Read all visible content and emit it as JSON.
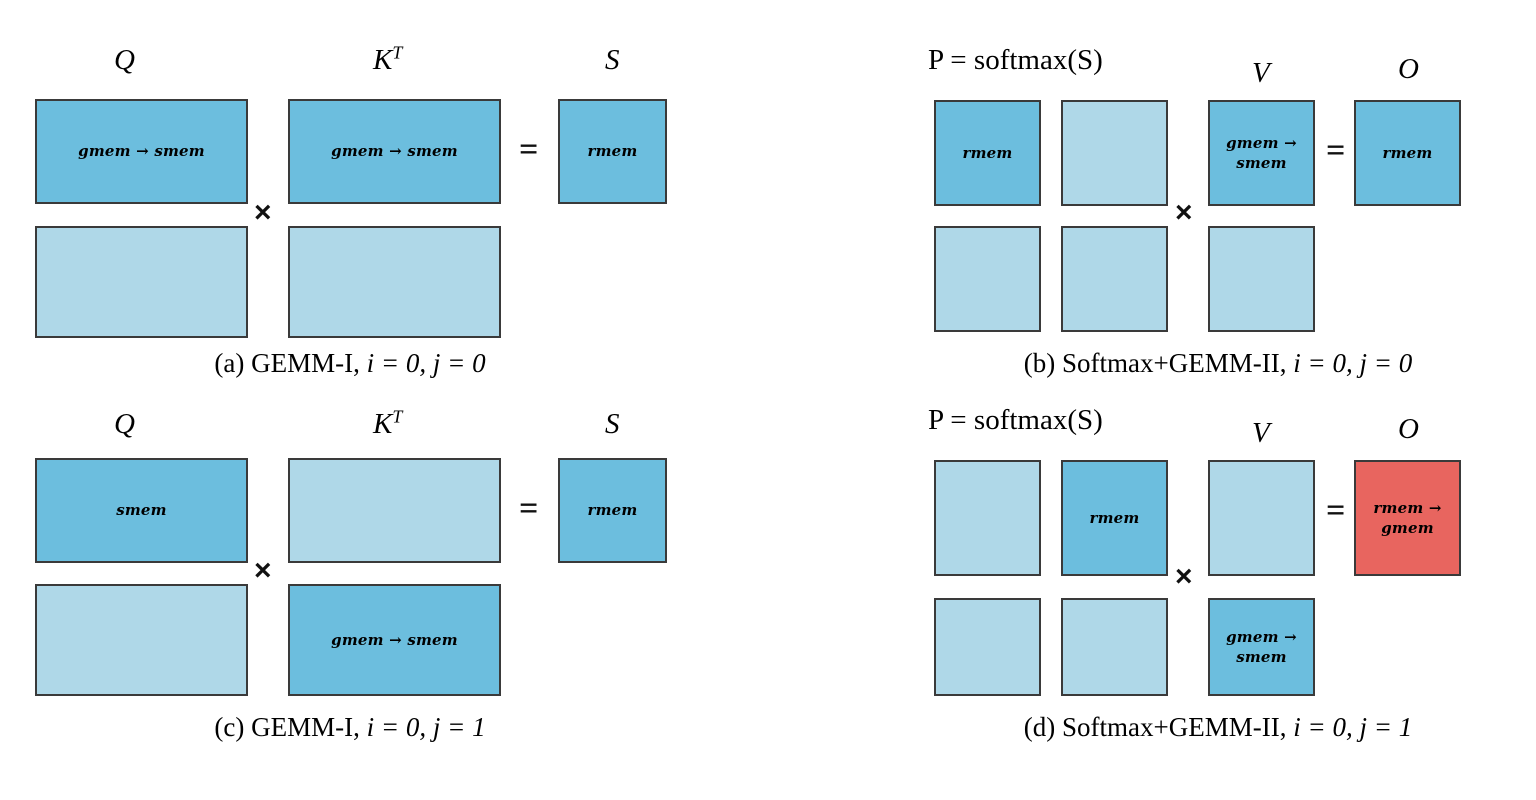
{
  "figure": {
    "title": "FlashAttention tiling memory-hierarchy stages",
    "colors": {
      "active": "#6CBEDE",
      "inactive": "#AFD8E8",
      "output": "#E8655F",
      "border": "#3a3a3a",
      "background": "#FFFFFF"
    },
    "operators": {
      "times": "×",
      "equals": "=",
      "arrow": "→"
    }
  },
  "panels": [
    {
      "id": "a",
      "caption": "(a) GEMM-I, i = 0, j = 0",
      "caption_parts": {
        "label": "(a) GEMM-I,",
        "i": "i = 0,",
        "j": "j = 0"
      },
      "headers": {
        "left": "Q",
        "middle": "K",
        "middle_sup": "T",
        "right": "S"
      },
      "matrices": {
        "Q": {
          "top": "gmem → smem",
          "bottom": ""
        },
        "KT": {
          "top": "gmem → smem",
          "bottom": ""
        },
        "S": {
          "top": "rmem"
        }
      }
    },
    {
      "id": "b",
      "caption": "(b) Softmax+GEMM-II, i = 0, j = 0",
      "caption_parts": {
        "label": "(b) Softmax+GEMM-II,",
        "i": "i = 0,",
        "j": "j = 0"
      },
      "headers": {
        "left": "P = softmax(S)",
        "middle": "V",
        "right": "O"
      },
      "matrices": {
        "P": {
          "top_left": "rmem",
          "top_right": "",
          "bottom_left": "",
          "bottom_right": ""
        },
        "V": {
          "top": "gmem → smem",
          "bottom": ""
        },
        "O": {
          "top": "rmem"
        }
      }
    },
    {
      "id": "c",
      "caption": "(c) GEMM-I, i = 0, j = 1",
      "caption_parts": {
        "label": "(c) GEMM-I,",
        "i": "i = 0,",
        "j": "j = 1"
      },
      "headers": {
        "left": "Q",
        "middle": "K",
        "middle_sup": "T",
        "right": "S"
      },
      "matrices": {
        "Q": {
          "top": "smem",
          "bottom": ""
        },
        "KT": {
          "top": "",
          "bottom": "gmem → smem"
        },
        "S": {
          "top": "rmem"
        }
      }
    },
    {
      "id": "d",
      "caption": "(d) Softmax+GEMM-II, i = 0, j = 1",
      "caption_parts": {
        "label": "(d) Softmax+GEMM-II,",
        "i": "i = 0,",
        "j": "j = 1"
      },
      "headers": {
        "left": "P = softmax(S)",
        "middle": "V",
        "right": "O"
      },
      "matrices": {
        "P": {
          "top_left": "",
          "top_right": "rmem",
          "bottom_left": "",
          "bottom_right": ""
        },
        "V": {
          "top": "",
          "bottom": "gmem → smem"
        },
        "O": {
          "top": "rmem → gmem"
        }
      }
    }
  ]
}
